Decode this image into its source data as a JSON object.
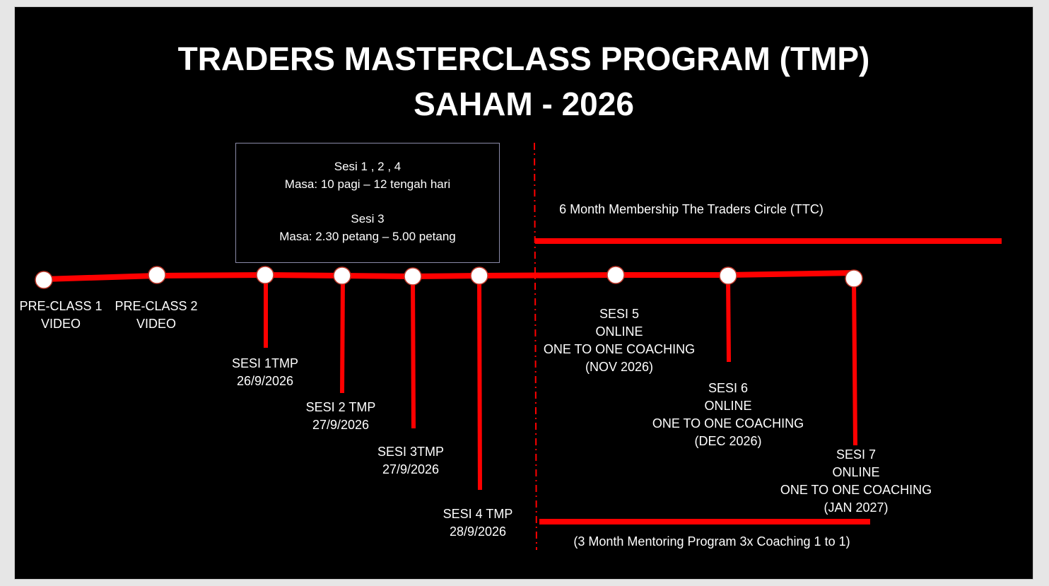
{
  "title": {
    "line1": "TRADERS MASTERCLASS PROGRAM (TMP)",
    "line2": "SAHAM - 2026"
  },
  "info_box": {
    "line1": "Sesi 1 , 2 , 4",
    "line2": "Masa: 10 pagi – 12 tengah hari",
    "line3": "Sesi 3",
    "line4": "Masa: 2.30 petang – 5.00 petang"
  },
  "milestones": [
    {
      "id": "preclass1",
      "lines": [
        "PRE-CLASS 1",
        "VIDEO"
      ]
    },
    {
      "id": "preclass2",
      "lines": [
        "PRE-CLASS 2",
        "VIDEO"
      ]
    },
    {
      "id": "sesi1",
      "lines": [
        "SESI 1TMP",
        "26/9/2026"
      ]
    },
    {
      "id": "sesi2",
      "lines": [
        "SESI 2 TMP",
        "27/9/2026"
      ]
    },
    {
      "id": "sesi3",
      "lines": [
        "SESI 3TMP",
        "27/9/2026"
      ]
    },
    {
      "id": "sesi4",
      "lines": [
        "SESI 4 TMP",
        "28/9/2026"
      ]
    },
    {
      "id": "sesi5",
      "lines": [
        "SESI 5",
        "ONLINE",
        "ONE TO ONE COACHING",
        "(NOV 2026)"
      ]
    },
    {
      "id": "sesi6",
      "lines": [
        "SESI 6",
        "ONLINE",
        "ONE TO ONE COACHING",
        "(DEC 2026)"
      ]
    },
    {
      "id": "sesi7",
      "lines": [
        "SESI 7",
        "ONLINE",
        "ONE TO ONE COACHING",
        "(JAN 2027)"
      ]
    }
  ],
  "membership_label": "6 Month Membership The Traders Circle (TTC)",
  "mentoring_label": "(3 Month Mentoring Program 3x Coaching 1 to 1)",
  "colors": {
    "background": "#000000",
    "line": "#ff0000",
    "text": "#ffffff",
    "node_fill": "#ffffff",
    "node_stroke": "#c0392b"
  }
}
